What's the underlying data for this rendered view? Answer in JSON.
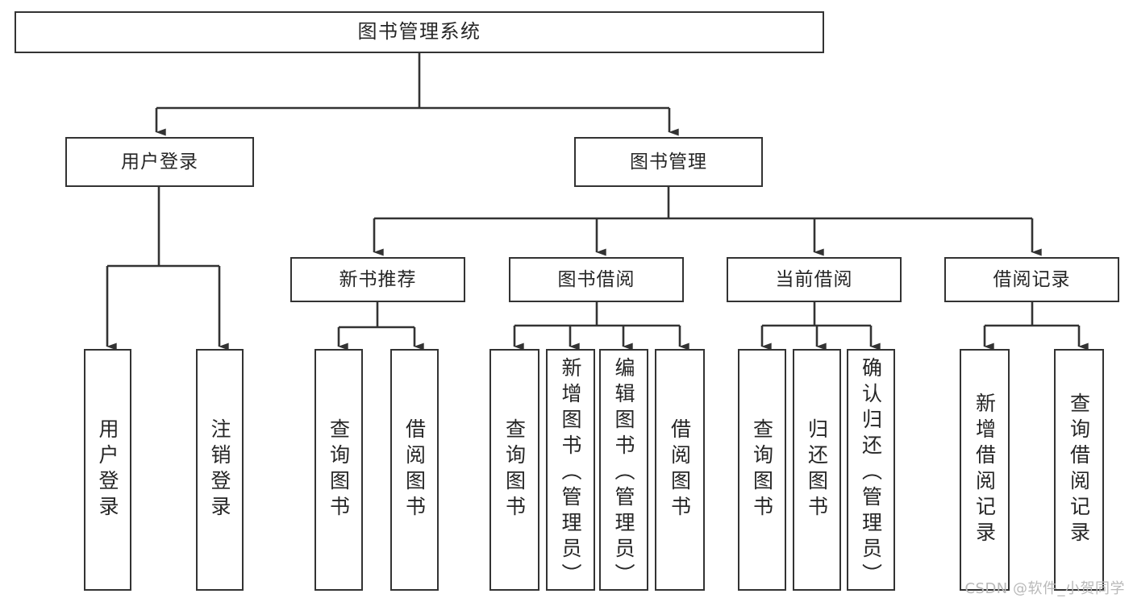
{
  "diagram": {
    "title": "图书管理系统",
    "type": "tree",
    "line_color": "#333333",
    "box_fill": "#ffffff",
    "text_color": "#262626"
  },
  "root": {
    "label": "图书管理系统"
  },
  "level2": [
    {
      "label": "用户登录"
    },
    {
      "label": "图书管理"
    }
  ],
  "level3": [
    {
      "label": "新书推荐"
    },
    {
      "label": "图书借阅"
    },
    {
      "label": "当前借阅"
    },
    {
      "label": "借阅记录"
    }
  ],
  "leaves": {
    "user_login": [
      {
        "label": "用户登录"
      },
      {
        "label": "注销登录"
      }
    ],
    "new_book": [
      {
        "label": "查询图书"
      },
      {
        "label": "借阅图书"
      }
    ],
    "borrow_book": [
      {
        "label": "查询图书"
      },
      {
        "label": "新增图书（管理员）"
      },
      {
        "label": "编辑图书（管理员）"
      },
      {
        "label": "借阅图书"
      }
    ],
    "current_borrow": [
      {
        "label": "查询图书"
      },
      {
        "label": "归还图书"
      },
      {
        "label": "确认归还（管理员）"
      }
    ],
    "borrow_record": [
      {
        "label": "新增借阅记录"
      },
      {
        "label": "查询借阅记录"
      }
    ]
  },
  "watermark": {
    "text": "CSDN @软件_小贺同学"
  }
}
